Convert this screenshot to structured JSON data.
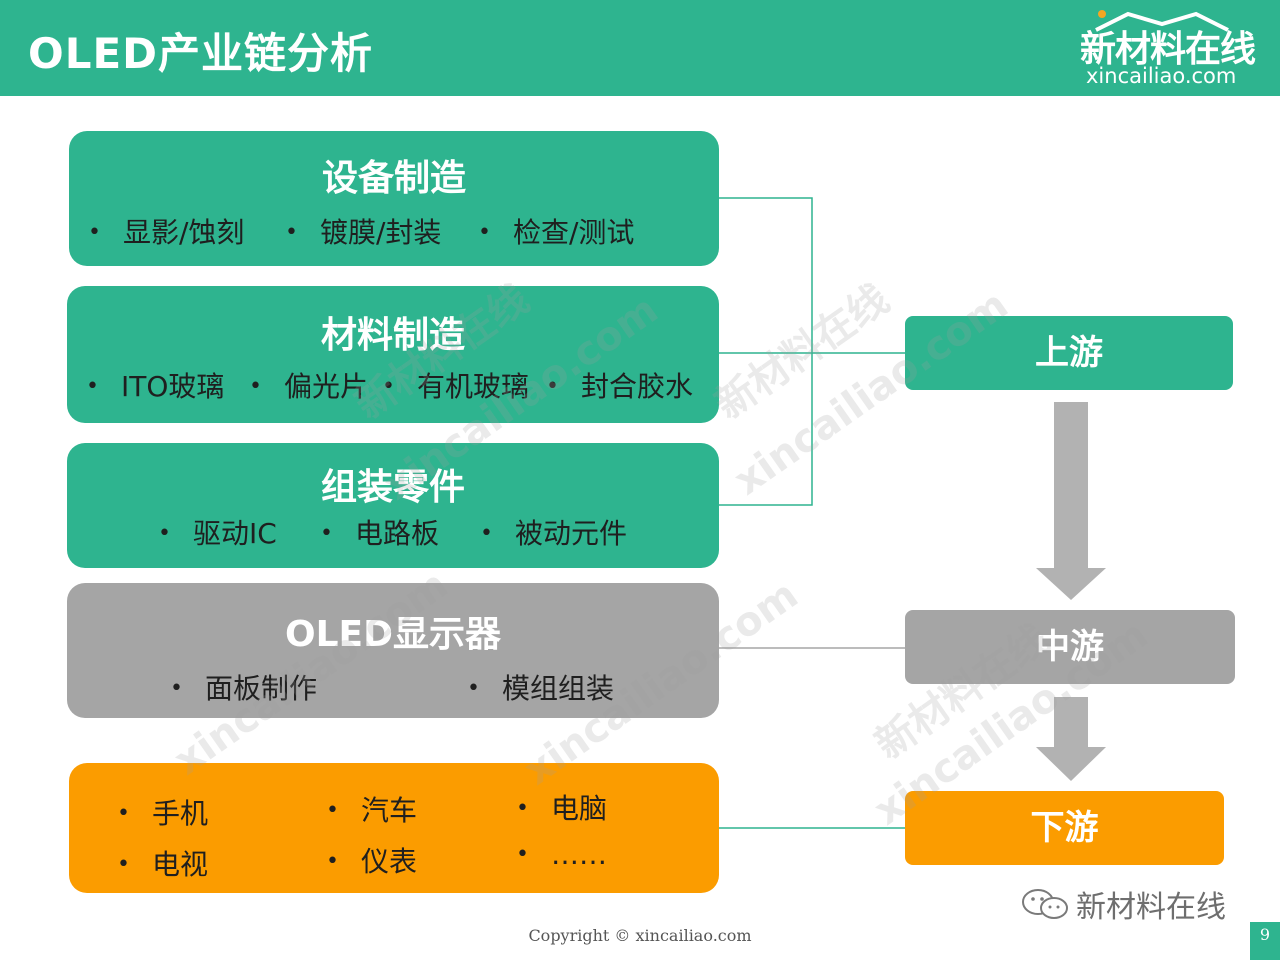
{
  "header": {
    "title": "OLED产业链分析",
    "logo_cn": "新材料在线",
    "logo_en": "xincailiao.com"
  },
  "boxes": {
    "equipment": {
      "title": "设备制造",
      "items": [
        "显影/蚀刻",
        "镀膜/封装",
        "检查/测试"
      ]
    },
    "materials": {
      "title": "材料制造",
      "items": [
        "ITO玻璃",
        "偏光片",
        "有机玻璃",
        "封合胶水"
      ]
    },
    "components": {
      "title": "组装零件",
      "items": [
        "驱动IC",
        "电路板",
        "被动元件"
      ]
    },
    "oled": {
      "title": "OLED显示器",
      "items": [
        "面板制作",
        "模组组装"
      ]
    },
    "applications": {
      "items": [
        "手机",
        "汽车",
        "电脑",
        "电视",
        "仪表",
        "……"
      ]
    }
  },
  "stages": {
    "upstream": "上游",
    "midstream": "中游",
    "downstream": "下游"
  },
  "watermark": {
    "cn": "新材料在线",
    "en": "xincailiao.com"
  },
  "footer": {
    "wechat_label": "新材料在线",
    "copyright": "Copyright © xincailiao.com",
    "page_number": "9"
  },
  "colors": {
    "green": "#2eb48f",
    "gray": "#a5a5a5",
    "orange": "#fb9c00",
    "arrow": "#b2b2b2"
  }
}
